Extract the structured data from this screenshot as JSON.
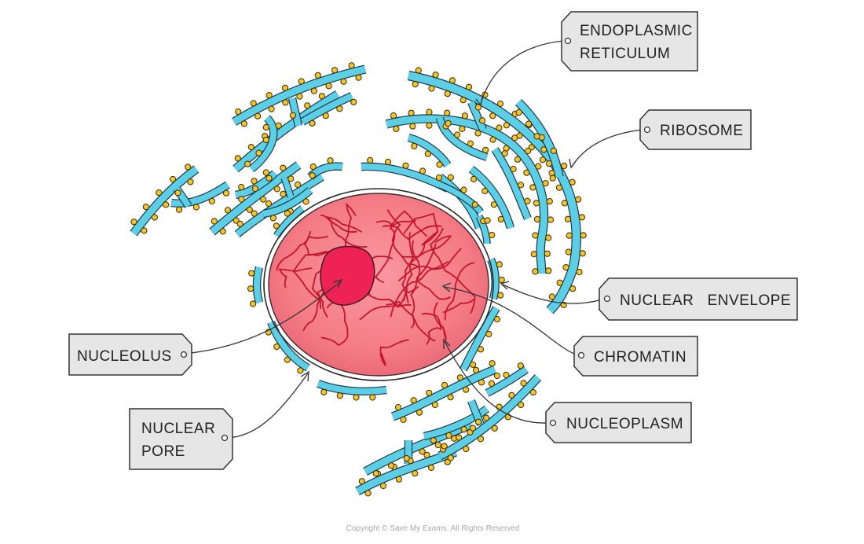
{
  "labels": {
    "endoplasmic_reticulum": [
      "ENDOPLASMIC",
      "RETICULUM"
    ],
    "ribosome": [
      "RIBOSOME"
    ],
    "nuclear_envelope": [
      "NUCLEAR   ENVELOPE"
    ],
    "chromatin": [
      "CHROMATIN"
    ],
    "nucleoplasm": [
      "NUCLEOPLASM"
    ],
    "nucleolus": [
      "NUCLEOLUS"
    ],
    "nuclear_pore": [
      "NUCLEAR",
      "PORE"
    ]
  },
  "copyright": "Copyright © Save My Exams. All Rights Reserved",
  "colors": {
    "er_fill": "#5ccfe6",
    "er_stroke": "#1c3a4a",
    "ribosome": "#f4c430",
    "nucleus": "#f47c86",
    "nucleolus": "#ee2255",
    "chromatin": "#c4142e",
    "tag": "#e6e6e6"
  }
}
